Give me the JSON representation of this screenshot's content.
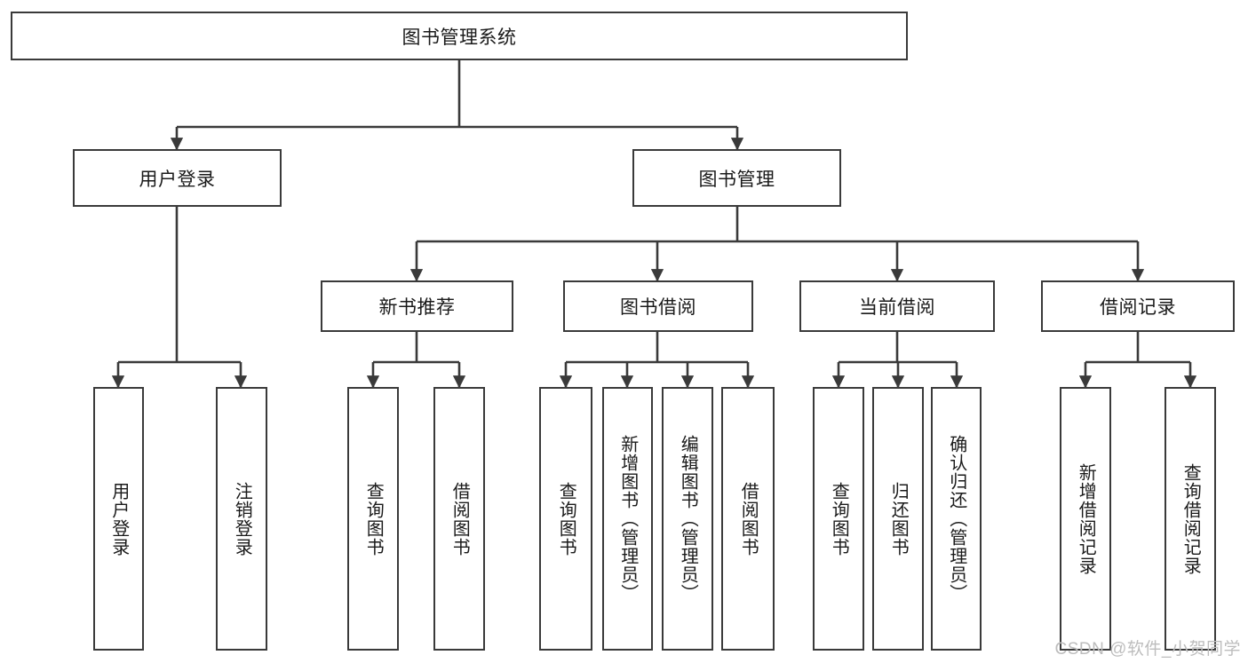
{
  "diagram": {
    "type": "tree-hierarchy-chart",
    "title": "图书管理系统",
    "root": {
      "id": "root",
      "label": "图书管理系统",
      "orientation": "horizontal"
    },
    "level1": [
      {
        "id": "user-login",
        "label": "用户登录",
        "orientation": "horizontal"
      },
      {
        "id": "book-management",
        "label": "图书管理",
        "orientation": "horizontal"
      }
    ],
    "level2": [
      {
        "id": "new-book-recommend",
        "label": "新书推荐",
        "orientation": "horizontal",
        "parent": "book-management"
      },
      {
        "id": "book-borrow",
        "label": "图书借阅",
        "orientation": "horizontal",
        "parent": "book-management"
      },
      {
        "id": "current-borrow",
        "label": "当前借阅",
        "orientation": "horizontal",
        "parent": "book-management"
      },
      {
        "id": "borrow-record",
        "label": "借阅记录",
        "orientation": "horizontal",
        "parent": "book-management"
      }
    ],
    "leaves": [
      {
        "id": "leaf-user-login",
        "label": "用户登录",
        "orientation": "vertical",
        "parent": "user-login"
      },
      {
        "id": "leaf-user-logout",
        "label": "注销登录",
        "orientation": "vertical",
        "parent": "user-login"
      },
      {
        "id": "leaf-query-book-1",
        "label": "查询图书",
        "orientation": "vertical",
        "parent": "new-book-recommend"
      },
      {
        "id": "leaf-borrow-book-1",
        "label": "借阅图书",
        "orientation": "vertical",
        "parent": "new-book-recommend"
      },
      {
        "id": "leaf-query-book-2",
        "label": "查询图书",
        "orientation": "vertical",
        "parent": "book-borrow"
      },
      {
        "id": "leaf-add-book",
        "label": "新增图书（管理员）",
        "orientation": "vertical",
        "parent": "book-borrow"
      },
      {
        "id": "leaf-edit-book",
        "label": "编辑图书（管理员）",
        "orientation": "vertical",
        "parent": "book-borrow"
      },
      {
        "id": "leaf-borrow-book-2",
        "label": "借阅图书",
        "orientation": "vertical",
        "parent": "book-borrow"
      },
      {
        "id": "leaf-query-book-3",
        "label": "查询图书",
        "orientation": "vertical",
        "parent": "current-borrow"
      },
      {
        "id": "leaf-return-book",
        "label": "归还图书",
        "orientation": "vertical",
        "parent": "current-borrow"
      },
      {
        "id": "leaf-confirm-return",
        "label": "确认归还（管理员）",
        "orientation": "vertical",
        "parent": "current-borrow"
      },
      {
        "id": "leaf-add-record",
        "label": "新增借阅记录",
        "orientation": "vertical",
        "parent": "borrow-record"
      },
      {
        "id": "leaf-query-record",
        "label": "查询借阅记录",
        "orientation": "vertical",
        "parent": "borrow-record"
      }
    ]
  },
  "watermark": {
    "text": "CSDN @软件_小贺同学"
  },
  "colors": {
    "stroke": "#3a3a3a",
    "background": "#ffffff",
    "text": "#1a1a1a",
    "watermark": "#bdbdbd"
  }
}
